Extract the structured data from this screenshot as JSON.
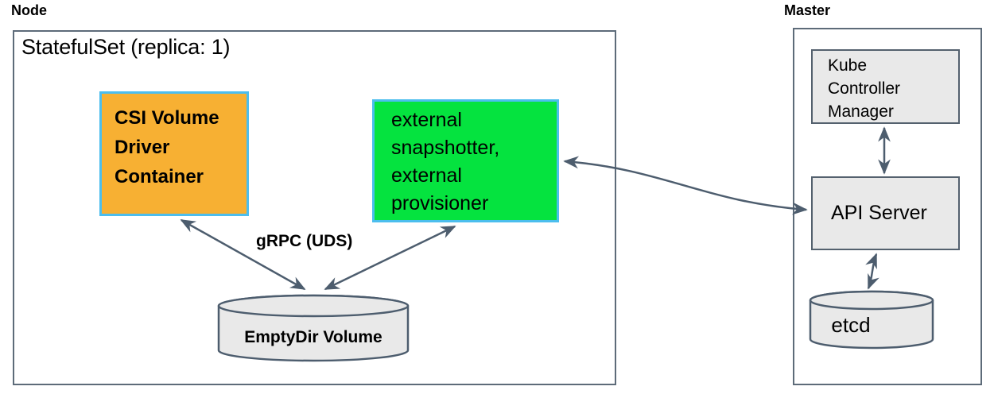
{
  "node_section": {
    "title": "Node",
    "statefulset_title": "StatefulSet (replica: 1)",
    "csi_driver_label": "CSI Volume\nDriver\nContainer",
    "sidecar_label": "external\nsnapshotter,\nexternal\nprovisioner",
    "grpc_label": "gRPC (UDS)",
    "emptydir_label": "EmptyDir Volume"
  },
  "master_section": {
    "title": "Master",
    "kube_controller_manager_label": "Kube\nController\nManager",
    "api_server_label": "API Server",
    "etcd_label": "etcd"
  },
  "colors": {
    "csi_box_fill": "#f7b033",
    "sidecar_box_fill": "#05e33f",
    "highlight_border": "#4cbeee",
    "arrow_and_shape_stroke": "#4d5d6e",
    "gray_fill": "#e9e9e9",
    "outer_box_border": "#5d6b79",
    "text": "#000000"
  }
}
